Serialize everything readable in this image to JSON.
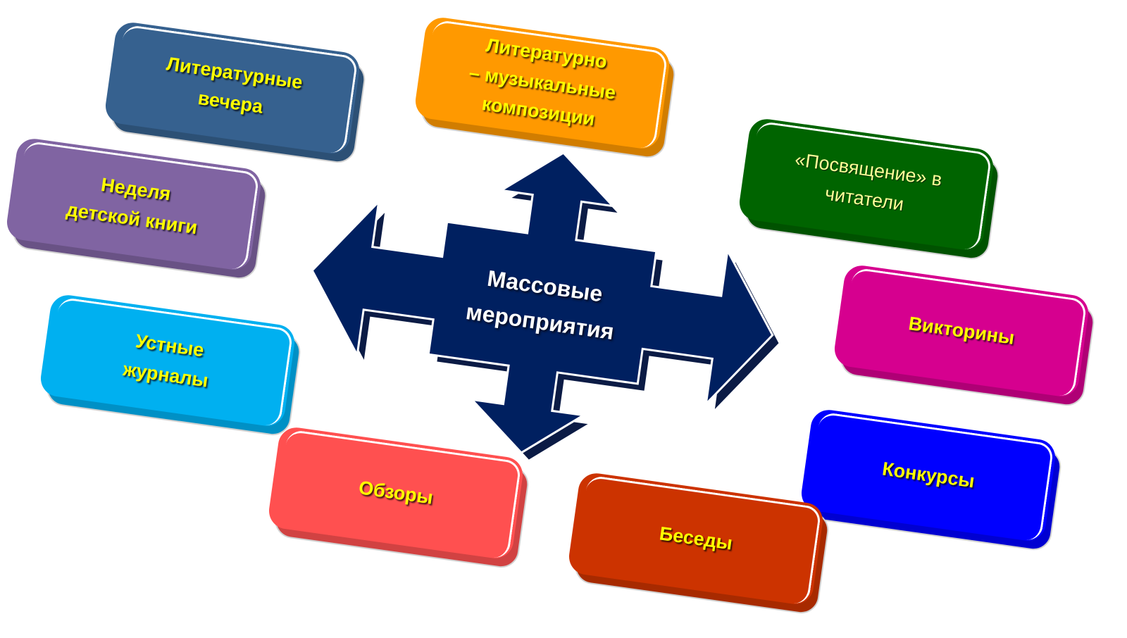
{
  "center": {
    "line1": "Массовые",
    "line2": "мероприятия",
    "color": "#002060"
  },
  "boxes": [
    {
      "lines": [
        "Литературные",
        "вечера"
      ],
      "color": "#36618f"
    },
    {
      "lines": [
        "Литературно",
        "– музыкальные",
        "композиции"
      ],
      "color": "#ff9900"
    },
    {
      "lines": [
        "«Посвящение» в",
        "читатели"
      ],
      "color": "#006400"
    },
    {
      "lines": [
        "Неделя",
        "детской книги"
      ],
      "color": "#8064a2"
    },
    {
      "lines": [
        "Викторины"
      ],
      "color": "#d6008f"
    },
    {
      "lines": [
        "Устные",
        "журналы"
      ],
      "color": "#00b0f0"
    },
    {
      "lines": [
        "Обзоры"
      ],
      "color": "#ff5050"
    },
    {
      "lines": [
        "Конкурсы"
      ],
      "color": "#0000ff"
    },
    {
      "lines": [
        "Беседы"
      ],
      "color": "#cc3300"
    }
  ]
}
